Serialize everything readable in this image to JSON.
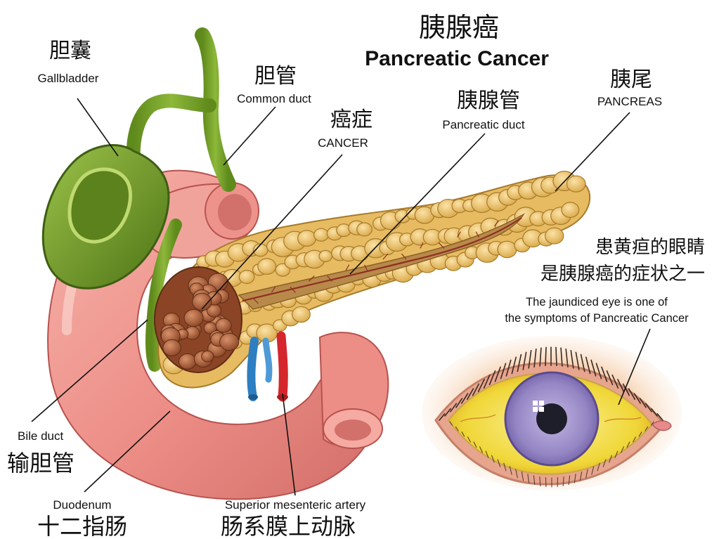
{
  "title": {
    "zh": "胰腺癌",
    "en": "Pancreatic Cancer"
  },
  "labels": {
    "gallbladder": {
      "zh": "胆囊",
      "en": "Gallbladder"
    },
    "common_duct": {
      "zh": "胆管",
      "en": "Common duct"
    },
    "cancer": {
      "zh": "癌症",
      "en": "CANCER"
    },
    "pancreatic_duct": {
      "zh": "胰腺管",
      "en": "Pancreatic duct"
    },
    "pancreas_tail": {
      "zh": "胰尾",
      "en": "PANCREAS"
    },
    "bile_duct": {
      "zh": "输胆管",
      "en": "Bile duct"
    },
    "duodenum": {
      "zh": "十二指肠",
      "en": "Duodenum"
    },
    "sma": {
      "zh": "肠系膜上动脉",
      "en": "Superior mesenteric artery"
    }
  },
  "eye_note": {
    "zh_line1": "患黄疸的眼睛",
    "zh_line2": "是胰腺癌的症状之一",
    "en_line1": "The jaundiced eye is one of",
    "en_line2": "the symptoms of Pancreatic Cancer"
  },
  "colors": {
    "duodenum": "#ec8d86",
    "duodenum_dark": "#c9605c",
    "gallbladder": "#6f9a2a",
    "gallbladder_dark": "#3f5e13",
    "pancreas": "#e3b75c",
    "pancreas_dark": "#a77a2a",
    "tumor": "#a15a36",
    "artery": "#d4262c",
    "vein": "#2d7fc1",
    "sclera": "#f2dc3b",
    "iris": "#9d8cc7"
  }
}
